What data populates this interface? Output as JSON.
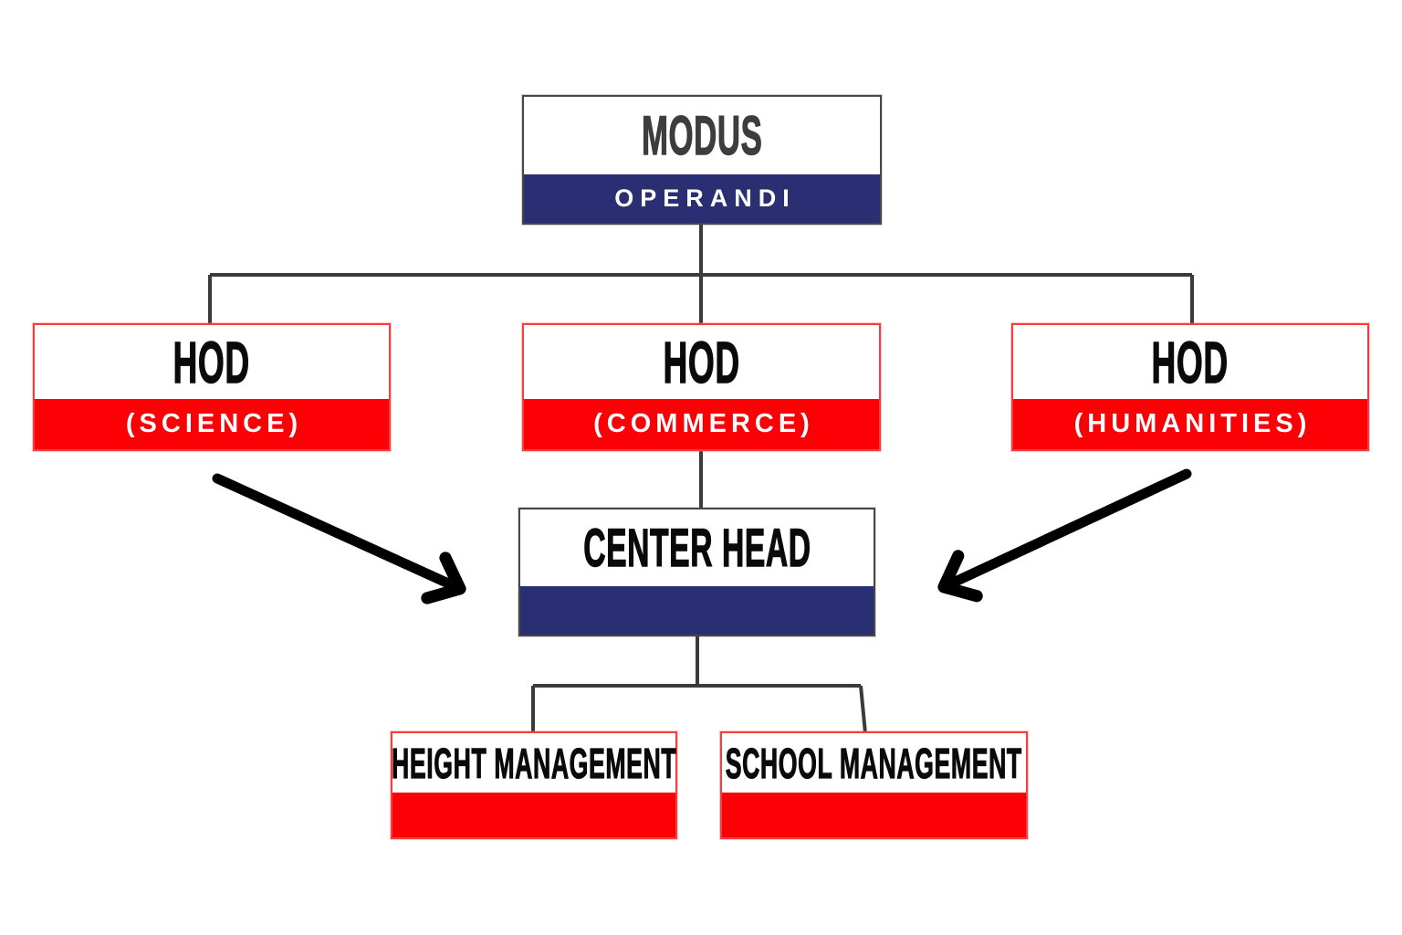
{
  "nodes": {
    "root": {
      "title": "MODUS",
      "subtitle": "OPERANDI"
    },
    "hod_science": {
      "title": "HOD",
      "subtitle": "(SCIENCE)"
    },
    "hod_commerce": {
      "title": "HOD",
      "subtitle": "(COMMERCE)"
    },
    "hod_humanities": {
      "title": "HOD",
      "subtitle": "(HUMANITIES)"
    },
    "center_head": {
      "title": "CENTER HEAD",
      "subtitle": ""
    },
    "height_management": {
      "title": "HEIGHT MANAGEMENT",
      "subtitle": ""
    },
    "school_management": {
      "title": "SCHOOL MANAGEMENT",
      "subtitle": ""
    }
  },
  "edges": [
    {
      "from": "root",
      "to": "hod_science",
      "style": "line"
    },
    {
      "from": "root",
      "to": "hod_commerce",
      "style": "line"
    },
    {
      "from": "root",
      "to": "hod_humanities",
      "style": "line"
    },
    {
      "from": "hod_commerce",
      "to": "center_head",
      "style": "line"
    },
    {
      "from": "hod_science",
      "to": "center_head",
      "style": "arrow"
    },
    {
      "from": "hod_humanities",
      "to": "center_head",
      "style": "arrow"
    },
    {
      "from": "center_head",
      "to": "height_management",
      "style": "line"
    },
    {
      "from": "center_head",
      "to": "school_management",
      "style": "line"
    }
  ],
  "colors": {
    "background": "#ffffff",
    "navy_band": "#2a2f74",
    "red_band": "#fb0005",
    "red_border": "#f63e3e",
    "dark_border": "#474747",
    "connector_line": "#3b3b3b",
    "arrow": "#000000",
    "root_title_text": "#3d3d3d",
    "title_text": "#0a0a0a",
    "band_text": "#ffffff"
  }
}
